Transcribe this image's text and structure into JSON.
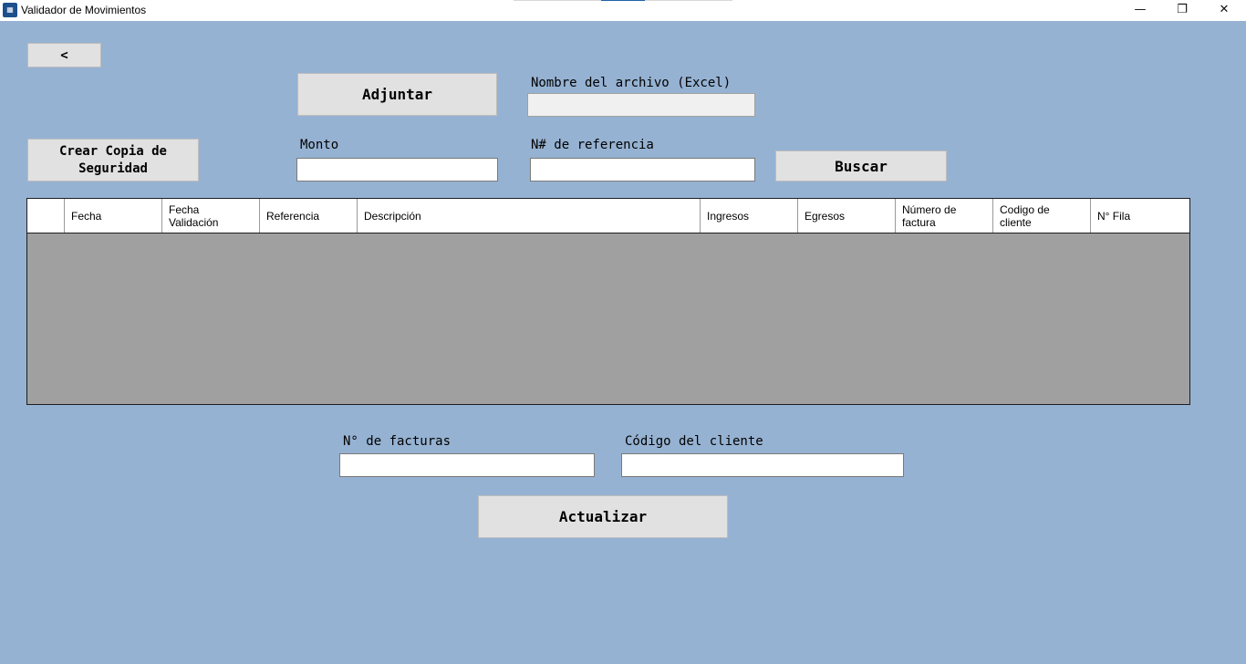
{
  "window": {
    "title": "Validador de Movimientos",
    "minimize_glyph": "—",
    "maximize_glyph": "❐",
    "close_glyph": "✕",
    "accent_color": "#1e62a8"
  },
  "toolbar": {
    "back_label": "<",
    "attach_label": "Adjuntar",
    "backup_label_line1": "Crear Copia de",
    "backup_label_line2": "Seguridad",
    "search_label": "Buscar",
    "update_label": "Actualizar"
  },
  "fields": {
    "filename_label": "Nombre del archivo (Excel)",
    "filename_value": "",
    "amount_label": "Monto",
    "amount_value": "",
    "reference_label": "N# de referencia",
    "reference_value": "",
    "invoices_label": "N° de facturas",
    "invoices_value": "",
    "client_code_label": "Código del cliente",
    "client_code_value": ""
  },
  "grid": {
    "columns": [
      {
        "line1": "",
        "line2": ""
      },
      {
        "line1": "Fecha",
        "line2": ""
      },
      {
        "line1": "Fecha",
        "line2": "Validación"
      },
      {
        "line1": "Referencia",
        "line2": ""
      },
      {
        "line1": "Descripción",
        "line2": ""
      },
      {
        "line1": "Ingresos",
        "line2": ""
      },
      {
        "line1": "Egresos",
        "line2": ""
      },
      {
        "line1": "Número de",
        "line2": "factura"
      },
      {
        "line1": "Codigo de",
        "line2": "cliente"
      },
      {
        "line1": "N° Fila",
        "line2": ""
      }
    ],
    "rows": []
  },
  "colors": {
    "background": "#96b2d2",
    "button": "#e1e1e1",
    "grid_empty": "#a0a0a0"
  }
}
